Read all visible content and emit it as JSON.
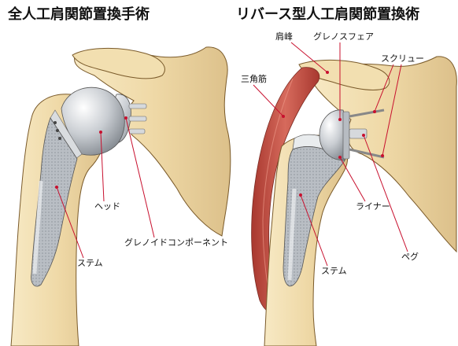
{
  "left_panel": {
    "title": "全人工肩関節置換手術",
    "labels": {
      "head": "ヘッド",
      "glenoid_component": "グレノイドコンポーネント",
      "stem": "ステム"
    }
  },
  "right_panel": {
    "title": "リバース型人工肩関節置換術",
    "labels": {
      "acromion": "肩峰",
      "glenosphere": "グレノスフェア",
      "deltoid": "三角筋",
      "screw": "スクリュー",
      "liner": "ライナー",
      "peg": "ペグ",
      "stem": "ステム"
    }
  },
  "colors": {
    "bone": "#efd9a7",
    "bone_outline": "#7a5a2a",
    "metal": "#c9cdd2",
    "muscle": "#c9564a",
    "leader": "#c8102e"
  }
}
